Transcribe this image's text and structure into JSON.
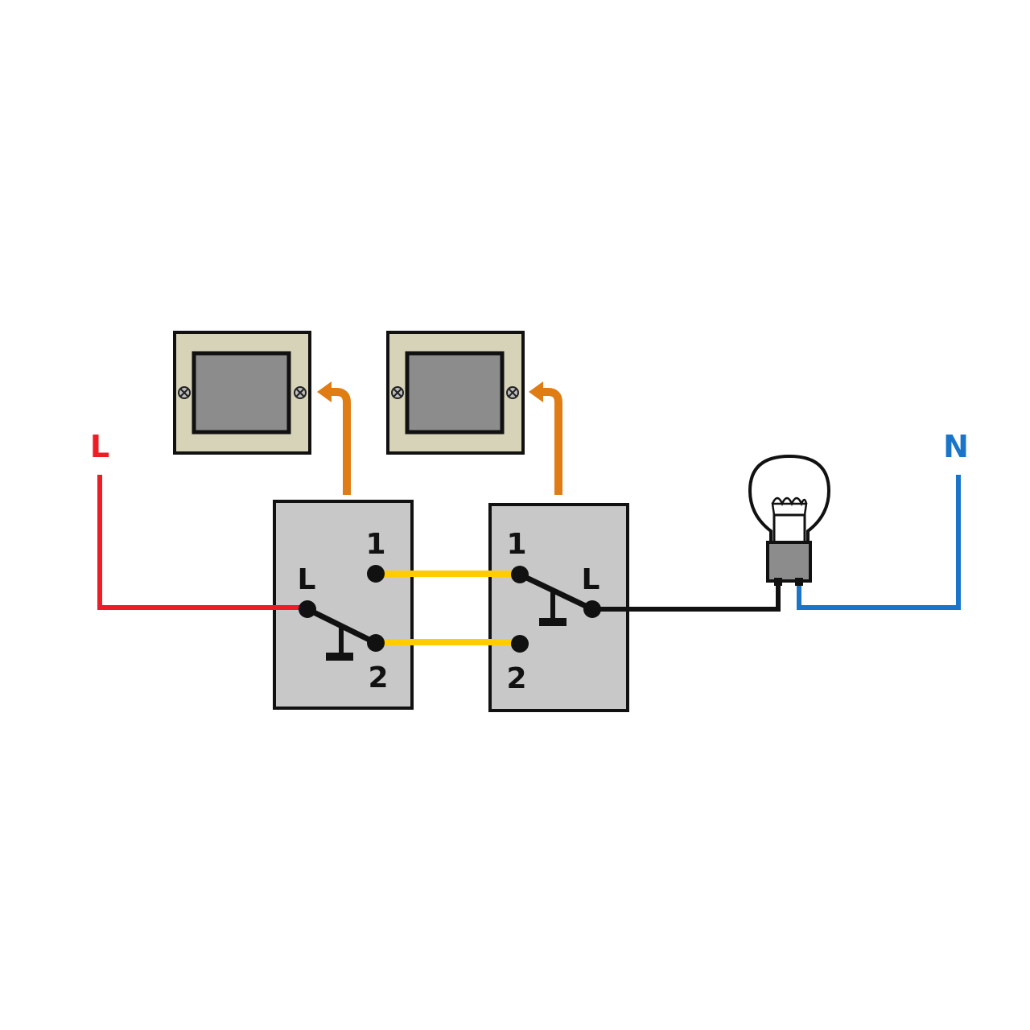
{
  "labels": {
    "live": "L",
    "neutral": "N"
  },
  "switch_left": {
    "common": "L",
    "terminal_1": "1",
    "terminal_2": "2",
    "toggle_position": "2"
  },
  "switch_right": {
    "common": "L",
    "terminal_1": "1",
    "terminal_2": "2",
    "toggle_position": "1"
  },
  "colors": {
    "live_wire": "#ee1c24",
    "neutral_wire": "#1a75c9",
    "traveler_wire": "#ffcc00",
    "switched_live_wire": "#111111",
    "arrow": "#e07c14",
    "switch_body": "#c8c8c8",
    "plate_frame": "#d6d3b8",
    "plate_rocker": "#8c8c8c"
  }
}
